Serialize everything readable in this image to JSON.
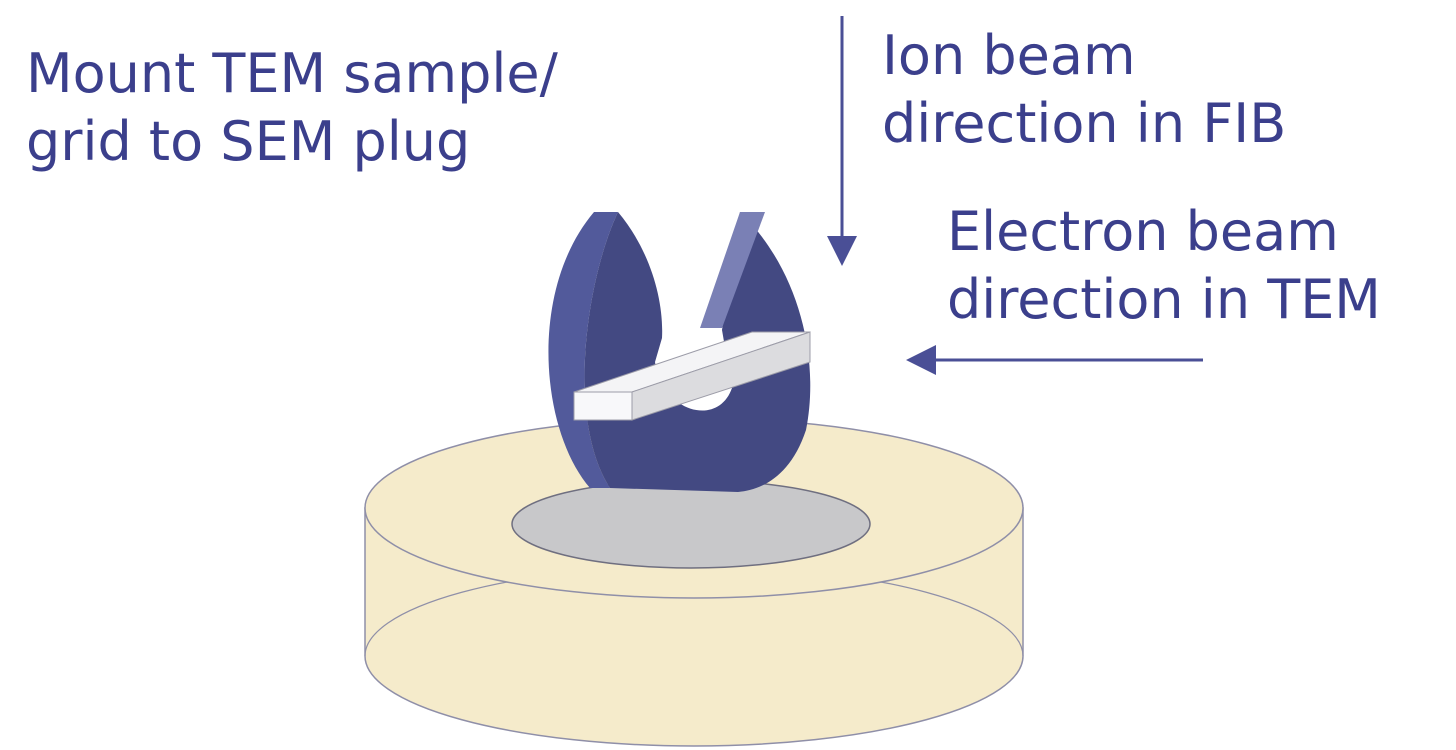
{
  "title": {
    "line1": "Mount TEM sample/",
    "line2": "grid to SEM plug"
  },
  "ion_beam": {
    "line1": "Ion beam",
    "line2": "direction in FIB"
  },
  "electron_beam": {
    "line1": "Electron beam",
    "line2": "direction in TEM"
  },
  "colors": {
    "text": "#3b3f8c",
    "arrow": "#4a4f96",
    "plug": "#f5ebcb",
    "plug_outline": "#8f8fa8",
    "grid_face": "#434982",
    "grid_edge": "#525a9b",
    "grid_edge_right": "#7a80b5",
    "recess": "#c8c8ca",
    "lamella_top": "#f4f4f6",
    "lamella_side": "#dcdcdf"
  }
}
